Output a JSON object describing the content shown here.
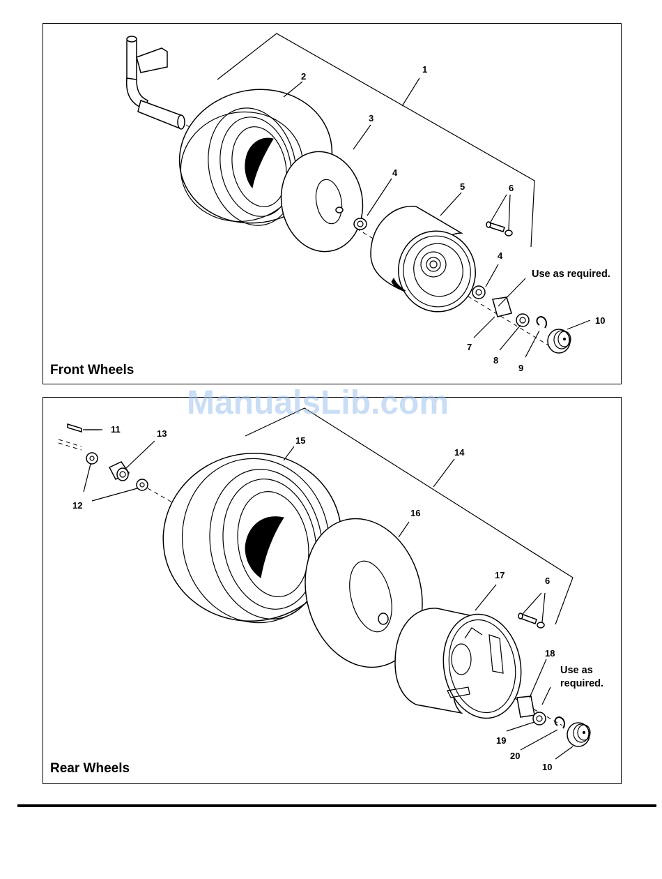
{
  "front_panel": {
    "title": "Front Wheels",
    "note": "Use as required.",
    "callouts": [
      "1",
      "2",
      "3",
      "4",
      "5",
      "6",
      "4",
      "7",
      "8",
      "9",
      "10"
    ]
  },
  "rear_panel": {
    "title": "Rear Wheels",
    "note_line1": "Use as",
    "note_line2": "required.",
    "callouts": [
      "11",
      "13",
      "15",
      "14",
      "12",
      "16",
      "17",
      "6",
      "18",
      "19",
      "20",
      "10"
    ]
  },
  "watermark": "ManualsLib.com"
}
